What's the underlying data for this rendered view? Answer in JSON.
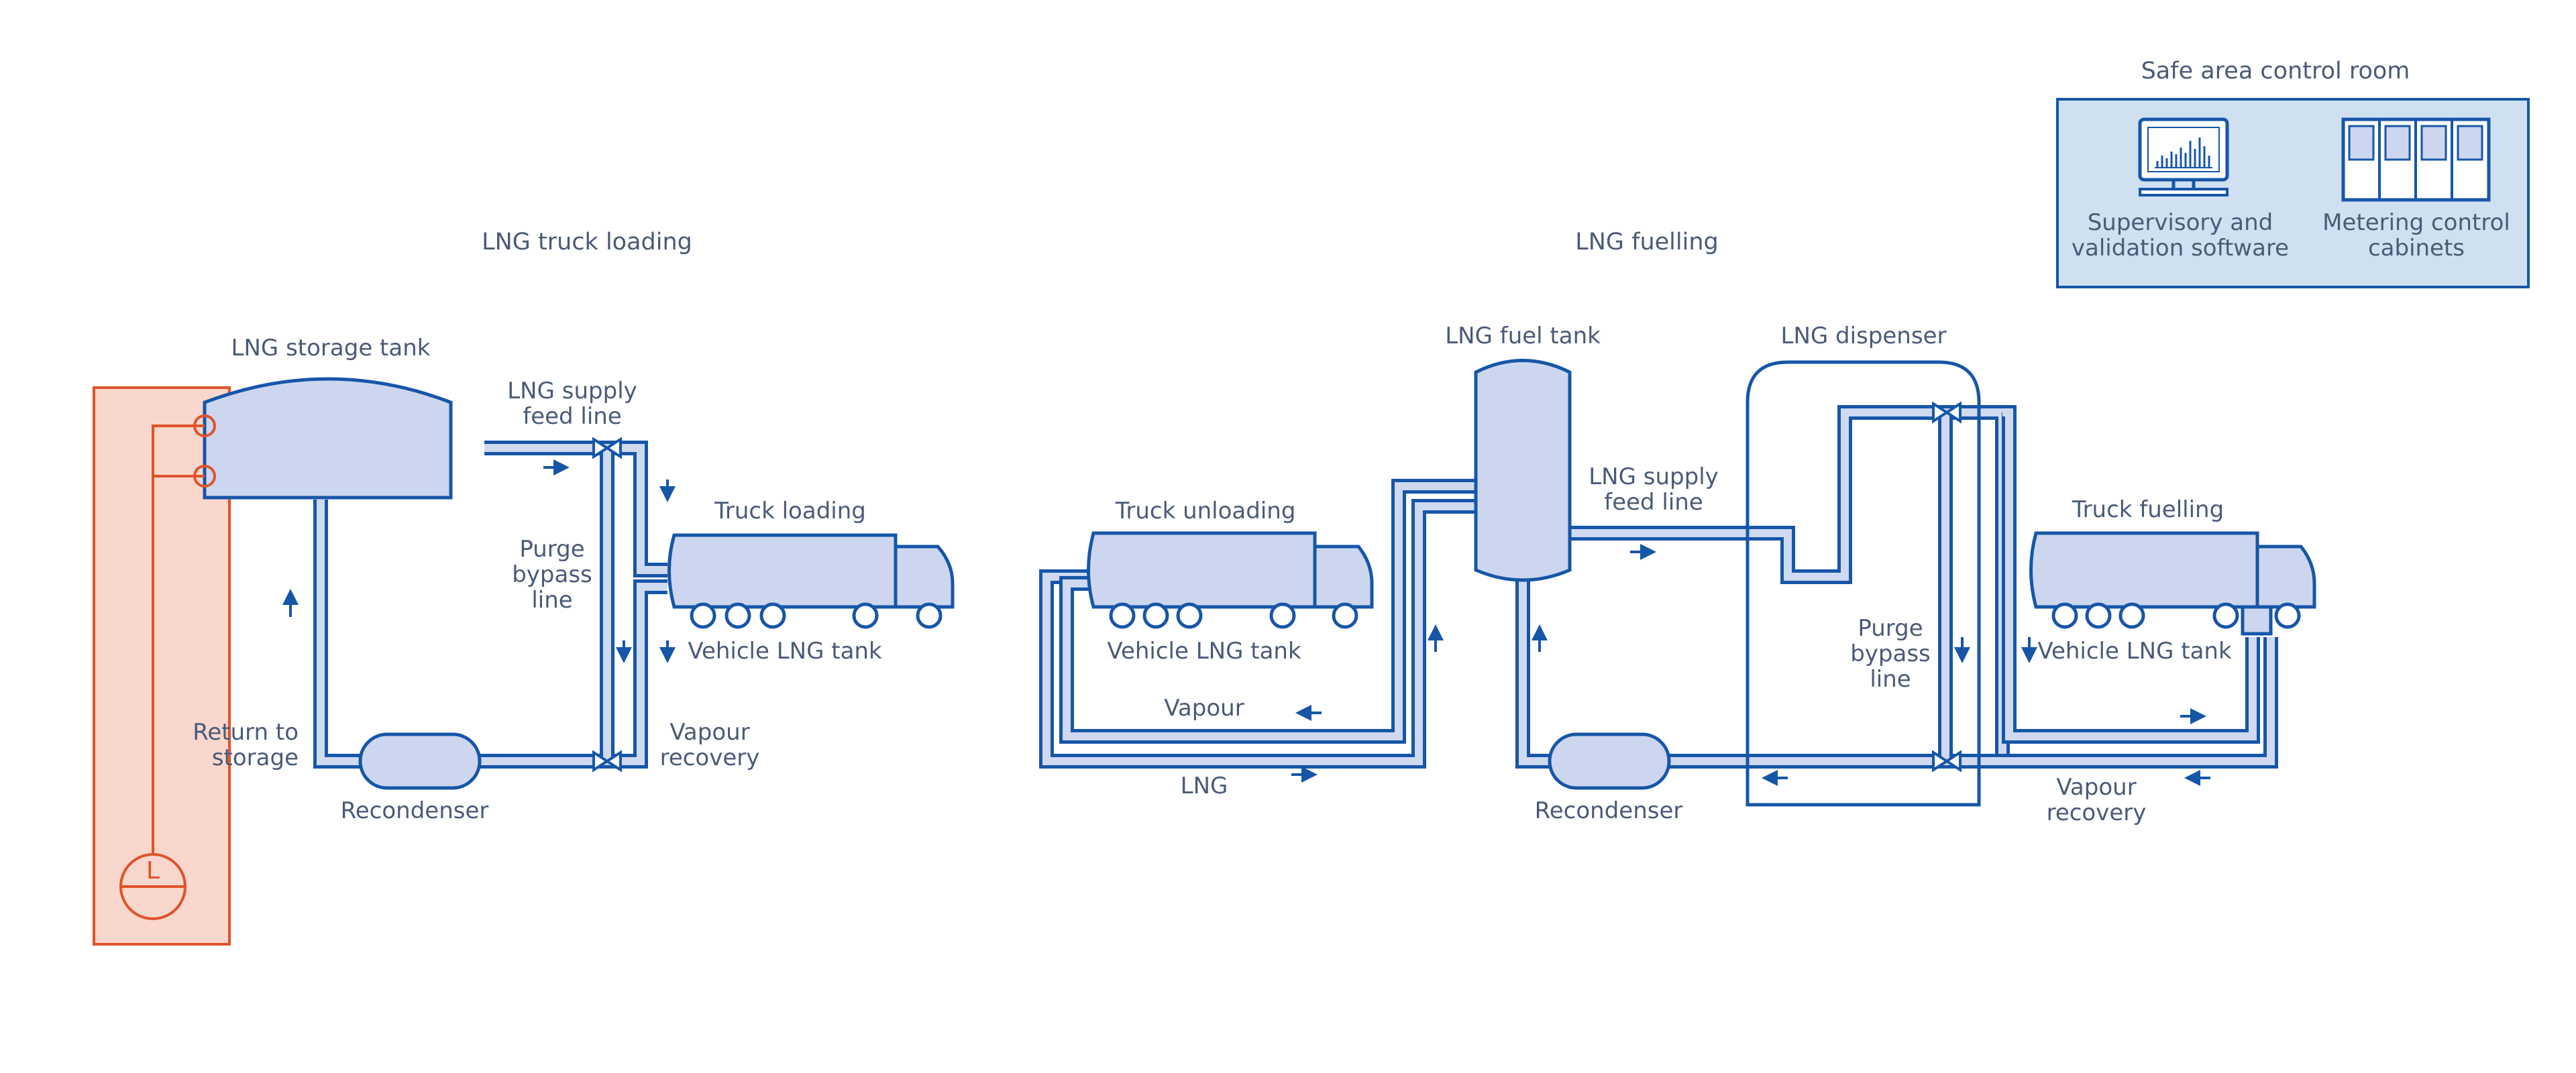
{
  "sections": {
    "truck_loading": "LNG truck loading",
    "fuelling": "LNG fuelling",
    "control_room": "Safe area control room"
  },
  "loading": {
    "storage_tank": "LNG storage tank",
    "supply_line_1": "LNG supply",
    "supply_line_2": "feed line",
    "purge_1": "Purge",
    "purge_2": "bypass",
    "purge_3": "line",
    "truck_loading": "Truck loading",
    "vehicle_tank": "Vehicle LNG tank",
    "vapour_1": "Vapour",
    "vapour_2": "recovery",
    "return_1": "Return to",
    "return_2": "storage",
    "recondenser": "Recondenser",
    "level_symbol": "L"
  },
  "fuelling": {
    "truck_unloading": "Truck unloading",
    "vehicle_tank_unloading": "Vehicle LNG tank",
    "vapour": "Vapour",
    "lng": "LNG",
    "fuel_tank": "LNG fuel tank",
    "supply_line_1": "LNG supply",
    "supply_line_2": "feed line",
    "recondenser": "Recondenser",
    "dispenser": "LNG dispenser",
    "purge_1": "Purge",
    "purge_2": "bypass",
    "purge_3": "line",
    "truck_fuelling": "Truck fuelling",
    "vehicle_tank_fuelling": "Vehicle LNG tank",
    "vapour_1": "Vapour",
    "vapour_2": "recovery"
  },
  "control_room": {
    "software_1": "Supervisory and",
    "software_2": "validation software",
    "cabinets_1": "Metering control",
    "cabinets_2": "cabinets"
  },
  "colors": {
    "pipe": "#1656a8",
    "fill": "#cdd6ef",
    "text": "#4a5a78",
    "highlight": "#e0522a",
    "highlight_fill": "#f9d7cc",
    "control_fill": "#cfe0f0"
  },
  "icons": [
    "monitor-icon",
    "cabinet-icon",
    "level-gauge-icon",
    "valve-icon",
    "flow-arrow-icon",
    "truck-icon"
  ]
}
